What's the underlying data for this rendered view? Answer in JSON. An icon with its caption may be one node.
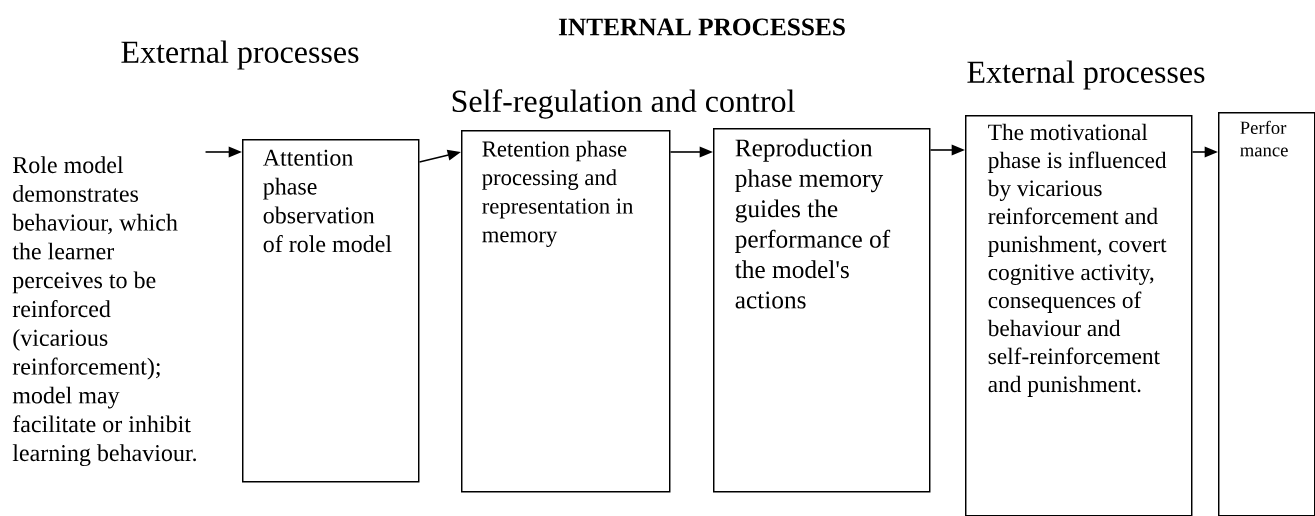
{
  "diagram": {
    "title": "INTERNAL PROCESSES",
    "nodes": [
      {
        "text": [
          "Role model demonstrates behaviour, which the learner perceives to be reinforced (vicarious reinforcement); model may facilitate or inhibit learning behaviour."
        ]
      },
      {
        "text": [
          "Attention phase observation of role model"
        ]
      },
      {
        "text": [
          "Retention phase processing and representation in memory"
        ]
      },
      {
        "text": [
          "Reproduction phase memory guides the performance of the model's actions"
        ]
      },
      {
        "text": [
          "The motivational phase is influenced by vicarious reinforcement and punishment, covert cognitive activity, consequences of behaviour and self-reinforcement and punishment."
        ]
      },
      {
        "text": [
          "Perfor mance"
        ]
      }
    ],
    "edges": [
      {
        "from": 0,
        "to": 1,
        "arrow": "to"
      },
      {
        "from": 1,
        "to": 2,
        "arrow": "to"
      },
      {
        "from": 2,
        "to": 3,
        "arrow": "to"
      },
      {
        "from": 3,
        "to": 4,
        "arrow": "to"
      },
      {
        "from": 4,
        "to": 5,
        "arrow": "to"
      }
    ],
    "labels": [
      "External processes",
      "Self-regulation and control",
      "External processes"
    ]
  }
}
